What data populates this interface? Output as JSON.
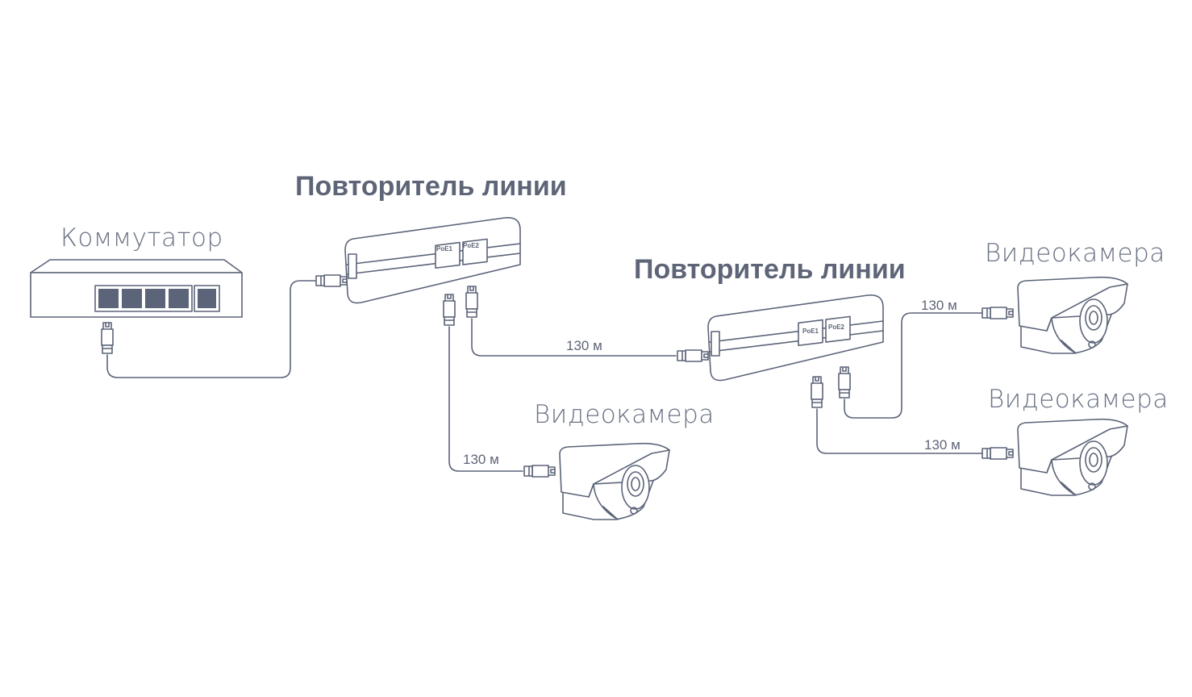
{
  "colors": {
    "line": "#5b6478",
    "text": "#5d6577"
  },
  "switch": {
    "label": "Коммутатор"
  },
  "repeaters": [
    {
      "title": "Повторитель линии",
      "port1": "PoE1",
      "port2": "PoE2"
    },
    {
      "title": "Повторитель линии",
      "port1": "PoE1",
      "port2": "PoE2"
    }
  ],
  "cameras": [
    {
      "label": "Видеокамера"
    },
    {
      "label": "Видеокамера"
    },
    {
      "label": "Видеокамера"
    }
  ],
  "cables": [
    {
      "length": "130 м"
    },
    {
      "length": "130 м"
    },
    {
      "length": "130 м"
    },
    {
      "length": "130 м"
    }
  ]
}
